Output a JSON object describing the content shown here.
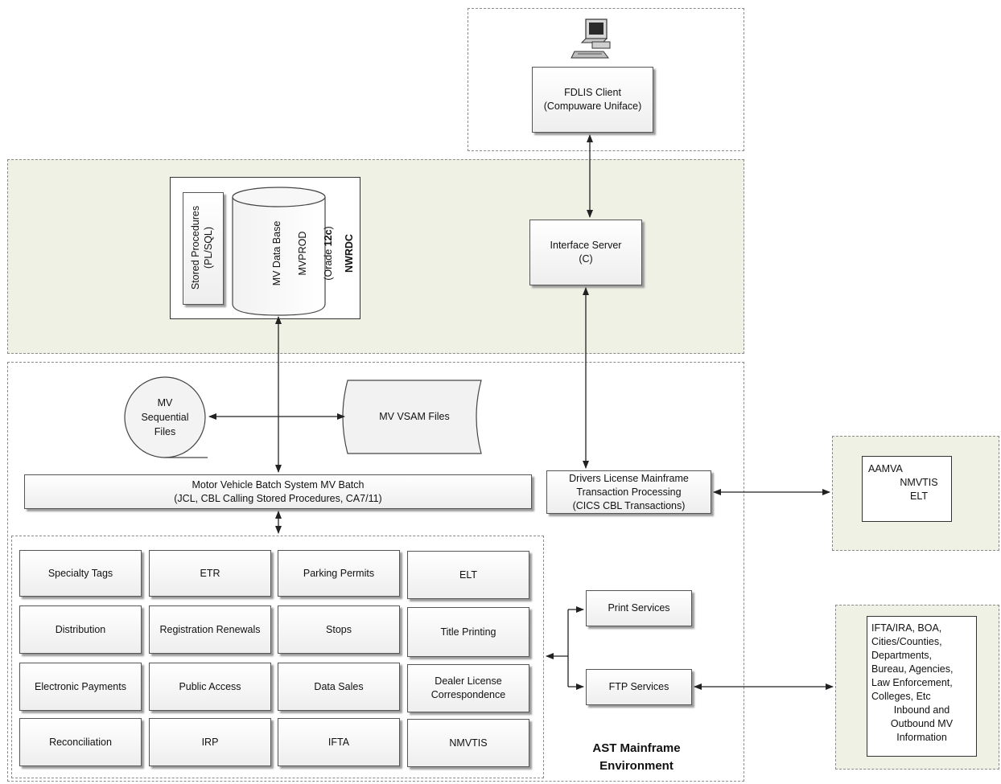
{
  "client": {
    "label": "FDLIS Client\n(Compuware Uniface)"
  },
  "nwrdc": {
    "label": "NWRDC",
    "stored_procedures": "Stored Procedures\n(PL/SQL)",
    "database_line1": "MV Data Base",
    "database_line2": "MVPROD",
    "database_line3_prefix": "(Orade ",
    "database_line3_bold": "12c",
    "database_line3_suffix": ")"
  },
  "interface_server": {
    "label": "Interface Server\n(C)"
  },
  "mv_sequential": {
    "label": "MV\nSequential\nFiles"
  },
  "mv_vsam": {
    "label": "MV VSAM Files"
  },
  "batch": {
    "label": "Motor Vehicle  Batch System MV Batch\n(JCL, CBL Calling Stored Procedures, CA7/11)"
  },
  "drivers": {
    "label": "Drivers License Mainframe\nTransaction Processing\n(CICS CBL Transactions)"
  },
  "aamva": {
    "line1": "AAMVA",
    "line2": "NMVTIS",
    "line3": "ELT"
  },
  "modules": [
    [
      "Specialty Tags",
      "ETR",
      "Parking Permits",
      "ELT"
    ],
    [
      "Distribution",
      "Registration Renewals",
      "Stops",
      "Title Printing"
    ],
    [
      "Electronic Payments",
      "Public Access",
      "Data Sales",
      "Dealer License\nCorrespondence"
    ],
    [
      "Reconciliation",
      "IRP",
      "IFTA",
      "NMVTIS"
    ]
  ],
  "print_services": {
    "label": "Print Services"
  },
  "ftp_services": {
    "label": "FTP Services"
  },
  "external": {
    "label": "IFTA/IRA, BOA,\nCities/Counties,\nDepartments,\nBureau, Agencies,\nLaw Enforcement,\nColleges, Etc",
    "label2": "Inbound and\nOutbound MV\nInformation"
  },
  "ast": {
    "label": "AST Mainframe\nEnvironment"
  },
  "icons": {
    "client": "desktop-computer-icon"
  }
}
